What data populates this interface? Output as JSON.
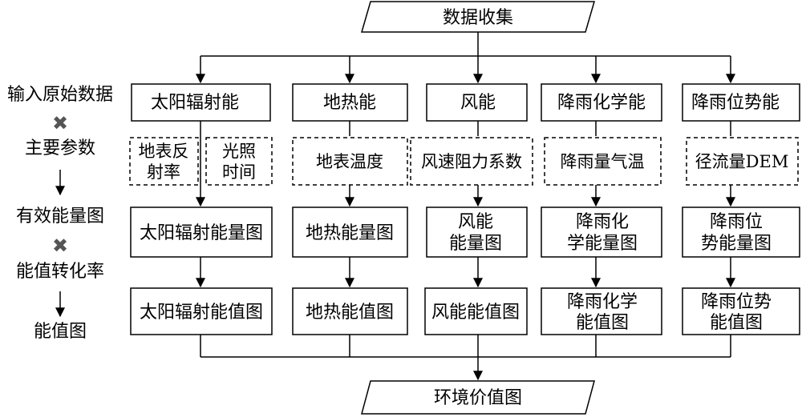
{
  "top": {
    "label": "数据收集"
  },
  "bottom": {
    "label": "环境价值图"
  },
  "left_steps": {
    "input": "输入原始数据",
    "params": "主要参数",
    "effective": "有效能量图",
    "conversion": "能值转化率",
    "emergy": "能值图"
  },
  "columns": [
    {
      "name": "太阳辐射能",
      "params": [
        "地表反",
        "射率"
      ],
      "params2": [
        "光照",
        "时间"
      ],
      "energy_map": [
        "太阳辐射能量图"
      ],
      "emergy_map": [
        "太阳辐射能值图"
      ]
    },
    {
      "name": "地热能",
      "params": [
        "地表温度"
      ],
      "energy_map": [
        "地热能量图"
      ],
      "emergy_map": [
        "地热能值图"
      ]
    },
    {
      "name": "风能",
      "params": [
        "风速阻力系数"
      ],
      "energy_map": [
        "风能",
        "能量图"
      ],
      "emergy_map": [
        "风能能值图"
      ]
    },
    {
      "name": "降雨化学能",
      "params": [
        "降雨量气温"
      ],
      "energy_map": [
        "降雨化",
        "学能量图"
      ],
      "emergy_map": [
        "降雨化学",
        "能值图"
      ]
    },
    {
      "name": "降雨位势能",
      "params": [
        "径流量DEM"
      ],
      "energy_map": [
        "降雨位",
        "势能量图"
      ],
      "emergy_map": [
        "降雨位势",
        "能值图"
      ]
    }
  ],
  "icons": {
    "multiply": "multiply-icon",
    "arrow": "arrow-down-icon"
  }
}
